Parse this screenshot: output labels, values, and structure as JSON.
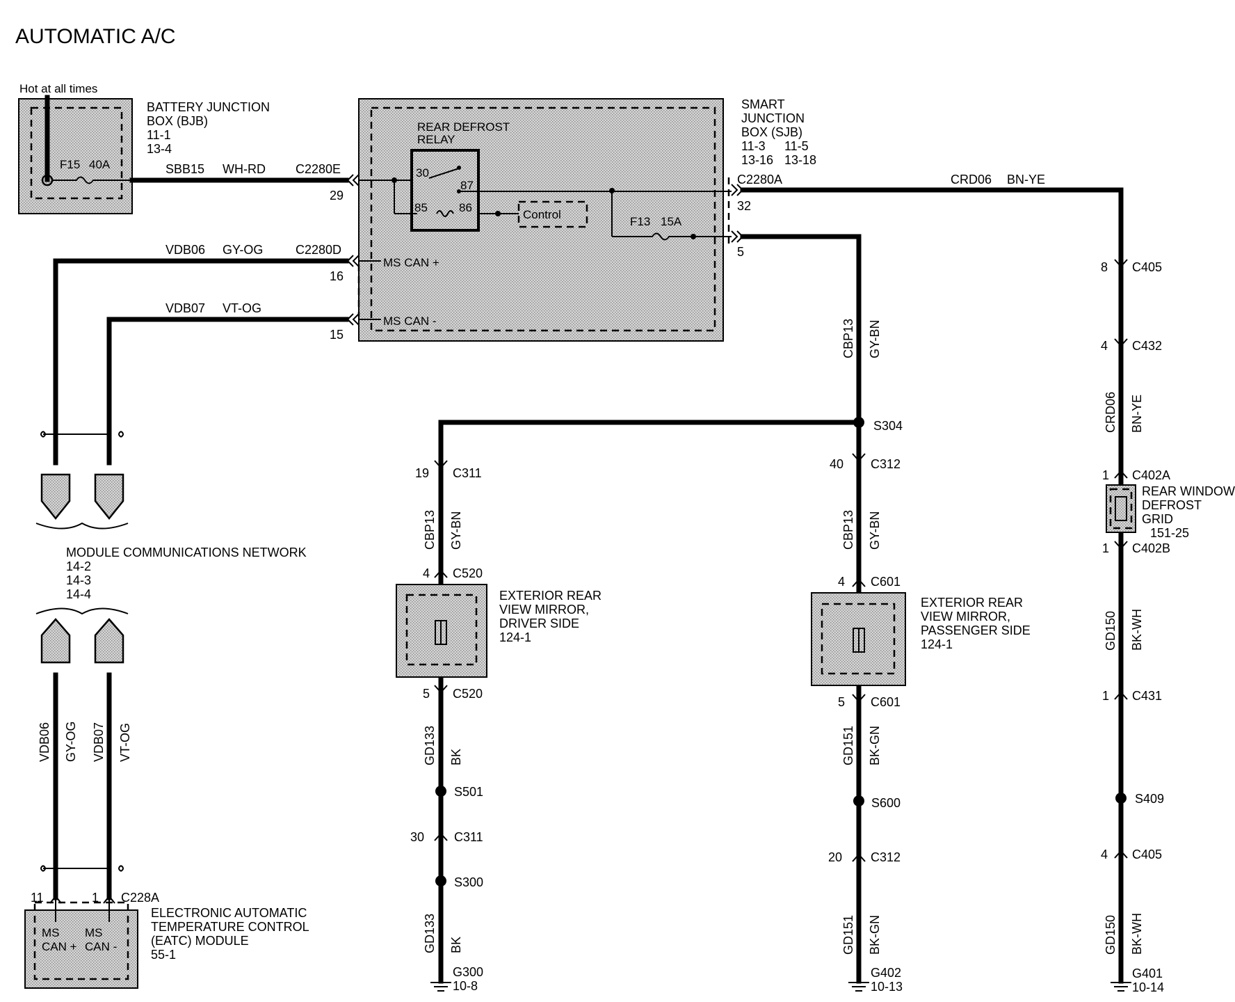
{
  "title": "AUTOMATIC A/C",
  "bjb": {
    "hot_label": "Hot at all times",
    "name": [
      "BATTERY  JUNCTION",
      "BOX (BJB)",
      "11-1",
      "13-4"
    ],
    "fuse": "F15",
    "fuse_rating": "40A"
  },
  "sjb": {
    "name": [
      "SMART",
      "JUNCTION",
      "BOX (SJB)"
    ],
    "refs_a": [
      "11-3",
      "13-16"
    ],
    "refs_b": [
      "11-5",
      "13-18"
    ],
    "relay_name": [
      "REAR DEFROST",
      "RELAY"
    ],
    "relay_pins": [
      "30",
      "87",
      "85",
      "86"
    ],
    "control": "Control",
    "fuse": "F13",
    "fuse_rating": "15A",
    "ms_can_plus": "MS CAN +",
    "ms_can_minus": "MS CAN -"
  },
  "wires": {
    "sbb15": {
      "circuit": "SBB15",
      "color": "WH-RD",
      "connector": "C2280E",
      "pin": "29"
    },
    "vdb06": {
      "circuit": "VDB06",
      "color": "GY-OG",
      "connector": "C2280D",
      "pin": "16"
    },
    "vdb07": {
      "circuit": "VDB07",
      "color": "VT-OG",
      "pin": "15"
    },
    "crd06": {
      "circuit": "CRD06",
      "color": "BN-YE",
      "connector": "C2280A",
      "pin": "32"
    },
    "cbp13": {
      "circuit": "CBP13",
      "color": "GY-BN",
      "pin": "5"
    }
  },
  "network": {
    "name": "MODULE COMMUNICATIONS NETWORK",
    "refs": [
      "14-2",
      "14-3",
      "14-4"
    ]
  },
  "eatc": {
    "name": [
      "ELECTRONIC AUTOMATIC",
      "TEMPERATURE CONTROL",
      "(EATC) MODULE",
      "55-1"
    ],
    "pin_a": "11",
    "pin_b": "1",
    "connector": "C228A",
    "pin_a_label": [
      "MS",
      "CAN +"
    ],
    "pin_b_label": [
      "MS",
      "CAN -"
    ]
  },
  "driver": {
    "splice": "S304",
    "c311_top": {
      "pin": "19",
      "connector": "C311"
    },
    "wire_top": {
      "circuit": "CBP13",
      "color": "GY-BN"
    },
    "c520_in": {
      "pin": "4",
      "connector": "C520"
    },
    "mirror": [
      "EXTERIOR REAR",
      "VIEW MIRROR,",
      "DRIVER SIDE",
      "124-1"
    ],
    "c520_out": {
      "pin": "5",
      "connector": "C520"
    },
    "wire_mid": {
      "circuit": "GD133",
      "color": "BK"
    },
    "s501": "S501",
    "c311_bottom": {
      "pin": "30",
      "connector": "C311"
    },
    "s300": "S300",
    "wire_bottom": {
      "circuit": "GD133",
      "color": "BK"
    },
    "ground": "G300",
    "ground_ref": "10-8"
  },
  "passenger": {
    "c312_top": {
      "pin": "40",
      "connector": "C312"
    },
    "wire_top": {
      "circuit": "CBP13",
      "color": "GY-BN"
    },
    "c601_in": {
      "pin": "4",
      "connector": "C601"
    },
    "mirror": [
      "EXTERIOR REAR",
      "VIEW MIRROR,",
      "PASSENGER SIDE",
      "124-1"
    ],
    "c601_out": {
      "pin": "5",
      "connector": "C601"
    },
    "wire_mid": {
      "circuit": "GD151",
      "color": "BK-GN"
    },
    "s600": "S600",
    "c312_bottom": {
      "pin": "20",
      "connector": "C312"
    },
    "wire_bottom": {
      "circuit": "GD151",
      "color": "BK-GN"
    },
    "ground": "G402",
    "ground_ref": "10-13"
  },
  "rear": {
    "c405_top": {
      "pin": "8",
      "connector": "C405"
    },
    "c432": {
      "pin": "4",
      "connector": "C432"
    },
    "wire_top": {
      "circuit": "CRD06",
      "color": "BN-YE"
    },
    "c402a": {
      "pin": "1",
      "connector": "C402A"
    },
    "grid": [
      "REAR WINDOW",
      "DEFROST",
      "GRID",
      "151-25"
    ],
    "c402b": {
      "pin": "1",
      "connector": "C402B"
    },
    "wire_mid": {
      "circuit": "GD150",
      "color": "BK-WH"
    },
    "c431": {
      "pin": "1",
      "connector": "C431"
    },
    "s409": "S409",
    "c405_bottom": {
      "pin": "4",
      "connector": "C405"
    },
    "wire_bottom": {
      "circuit": "GD150",
      "color": "BK-WH"
    },
    "ground": "G401",
    "ground_ref": "10-14"
  }
}
